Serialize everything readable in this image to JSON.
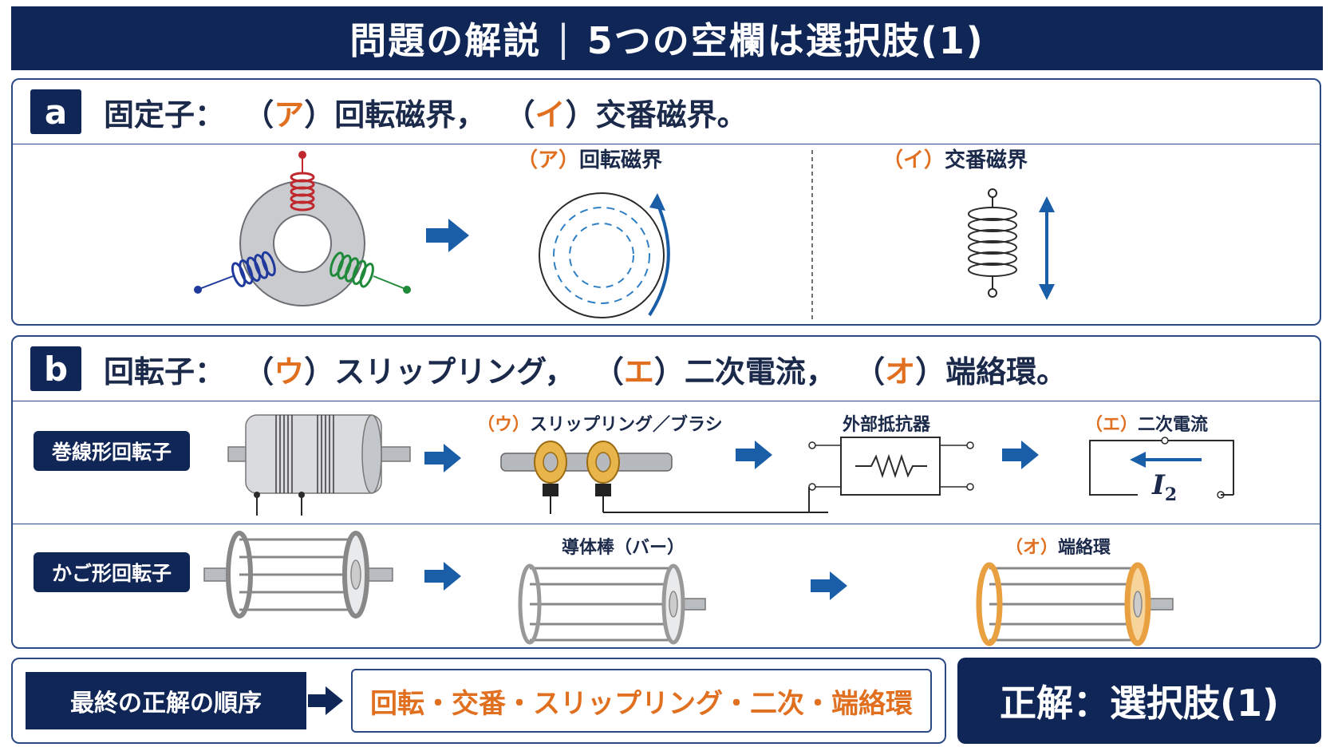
{
  "title": {
    "left": "問題の解説",
    "sep": "|",
    "right": "5つの空欄は選択肢(1)"
  },
  "section_a": {
    "letter": "a",
    "heading": {
      "prefix": "固定子：",
      "p1": "（",
      "k1": "ア",
      "s1": "）回転磁界，",
      "p2": "（",
      "k2": "イ",
      "s2": "）交番磁界。"
    },
    "label_rotating": {
      "paren_open": "（",
      "kana": "ア",
      "paren_close": "）",
      "text": "回転磁界"
    },
    "label_alternating": {
      "paren_open": "（",
      "kana": "イ",
      "paren_close": "）",
      "text": "交番磁界"
    }
  },
  "section_b": {
    "letter": "b",
    "heading": {
      "prefix": "回転子：",
      "p1": "（",
      "k1": "ウ",
      "s1": "）スリップリング，",
      "p2": "（",
      "k2": "エ",
      "s2": "）二次電流，",
      "p3": "（",
      "k3": "オ",
      "s3": "）端絡環。"
    },
    "wound_rotor": "巻線形回転子",
    "cage_rotor": "かご形回転子",
    "label_slipring": {
      "paren_open": "（",
      "kana": "ウ",
      "paren_close": "）",
      "text": "スリップリング／ブラシ"
    },
    "label_resistor": "外部抵抗器",
    "label_current": {
      "paren_open": "（",
      "kana": "エ",
      "paren_close": "）",
      "text": "二次電流"
    },
    "current_symbol": "I",
    "current_sub": "2",
    "label_bars": "導体棒（バー）",
    "label_endring": {
      "paren_open": "（",
      "kana": "オ",
      "paren_close": "）",
      "text": "端絡環"
    }
  },
  "footer": {
    "final_label": "最終の正解の順序",
    "sequence": "回転・交番・スリップリング・二次・端絡環",
    "answer": "正解：選択肢(1)"
  },
  "colors": {
    "navy": "#0f2656",
    "orange": "#e07020",
    "arrow_blue": "#1a5ea8",
    "coil_red": "#c0282d",
    "coil_blue": "#1f3a9c",
    "coil_green": "#1f8a3a"
  }
}
